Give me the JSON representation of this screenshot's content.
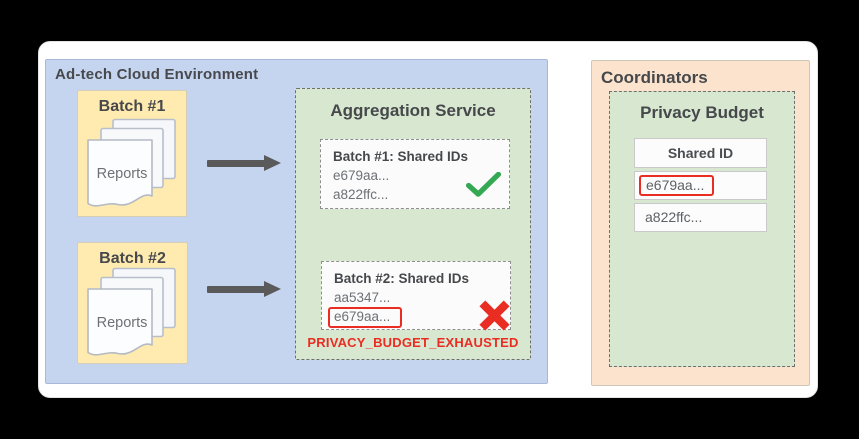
{
  "ad_tech_environment": {
    "title": "Ad-tech Cloud Environment",
    "batch_1": {
      "title": "Batch #1",
      "doc_label": "Reports"
    },
    "batch_2": {
      "title": "Batch #2",
      "doc_label": "Reports"
    },
    "aggregation_service": {
      "title": "Aggregation Service",
      "batch_1_result": {
        "title": "Batch #1: Shared IDs",
        "ids": [
          {
            "text": "e679aa...",
            "highlighted": false
          },
          {
            "text": "a822ffc...",
            "highlighted": false
          }
        ],
        "status_icon": "check-icon"
      },
      "batch_2_result": {
        "title": "Batch #2: Shared IDs",
        "ids": [
          {
            "text": "aa5347...",
            "highlighted": false
          },
          {
            "text": "e679aa...",
            "highlighted": true
          }
        ],
        "status_icon": "cross-icon"
      },
      "error_label": "PRIVACY_BUDGET_EXHAUSTED"
    }
  },
  "coordinators": {
    "title": "Coordinators",
    "privacy_budget": {
      "title": "Privacy Budget",
      "table": {
        "header": "Shared ID",
        "rows": [
          {
            "text": "e679aa...",
            "highlighted": true
          },
          {
            "text": "a822ffc...",
            "highlighted": false
          }
        ]
      }
    }
  },
  "colors": {
    "ad_tech_bg": "#c5d5f0",
    "batch_bg": "#ffeab0",
    "service_bg": "#d7e7d0",
    "coordinators_bg": "#fbe3cd",
    "highlight_red": "#ea2d23",
    "success_green": "#34a853",
    "arrow_gray": "#5a5a5a"
  }
}
